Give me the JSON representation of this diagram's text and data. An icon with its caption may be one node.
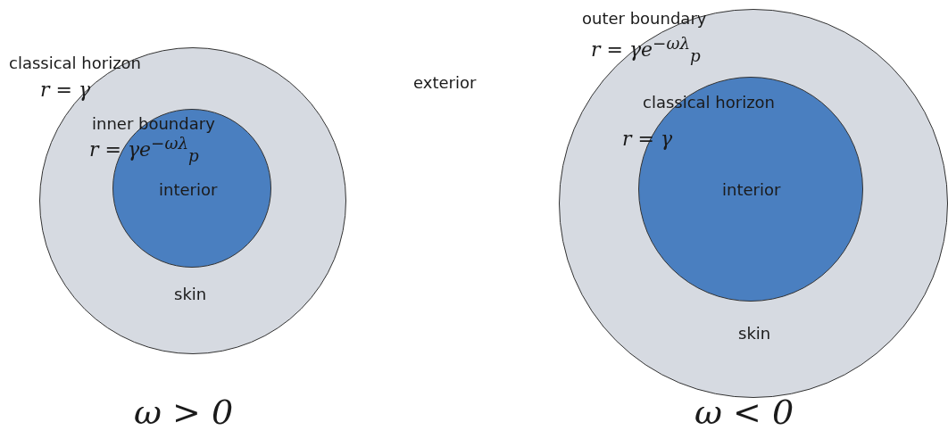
{
  "diagram": {
    "nodes": [
      {
        "text": [
          "skin"
        ]
      },
      {
        "text": [
          "interior"
        ],
        "in": 0
      },
      {
        "text": [
          "skin"
        ]
      },
      {
        "text": [
          "interior"
        ],
        "in": 2
      }
    ],
    "edges": [],
    "labels": [
      "classical horizon",
      "r = γ",
      "inner boundary",
      "r = γe$^{−ωλ}$$_{p}$",
      "exterior",
      "outer boundary",
      "r = γe$^{−ωλ}$$_{p}$",
      "classical horizon",
      "r = γ",
      "ω > 0",
      "ω < 0"
    ]
  }
}
